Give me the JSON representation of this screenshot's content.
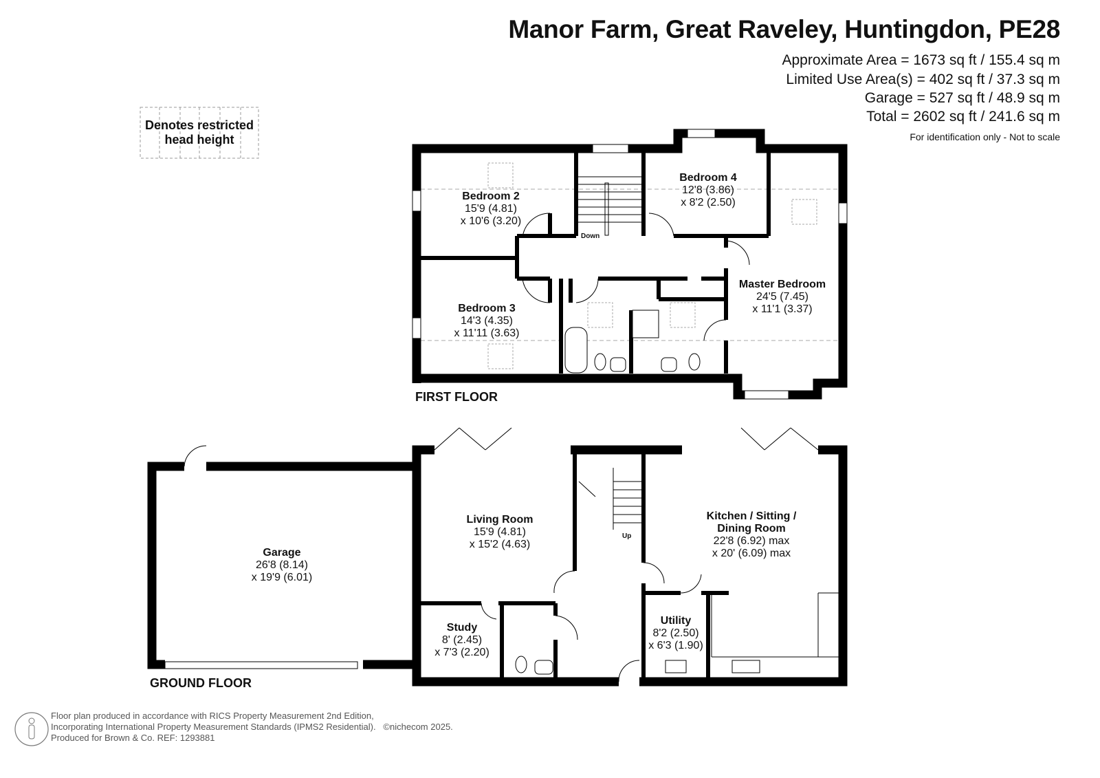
{
  "header": {
    "title": "Manor Farm, Great Raveley, Huntingdon, PE28",
    "areas": [
      "Approximate Area = 1673 sq ft / 155.4 sq m",
      "Limited Use Area(s) = 402 sq ft / 37.3 sq m",
      "Garage = 527 sq ft / 48.9 sq m",
      "Total = 2602 sq ft / 241.6 sq m"
    ],
    "note": "For identification only - Not to scale"
  },
  "legend": {
    "line1": "Denotes restricted",
    "line2": "head height"
  },
  "first_floor": {
    "label": "FIRST FLOOR",
    "stairs_label": "Down",
    "rooms": [
      {
        "name": "Bedroom 2",
        "dim1": "15'9 (4.81)",
        "dim2": "x 10'6 (3.20)"
      },
      {
        "name": "Bedroom 4",
        "dim1": "12'8 (3.86)",
        "dim2": "x 8'2 (2.50)"
      },
      {
        "name": "Bedroom 3",
        "dim1": "14'3 (4.35)",
        "dim2": "x 11'11 (3.63)"
      },
      {
        "name": "Master Bedroom",
        "dim1": "24'5 (7.45)",
        "dim2": "x 11'1 (3.37)"
      }
    ]
  },
  "ground_floor": {
    "label": "GROUND FLOOR",
    "stairs_label": "Up",
    "rooms": [
      {
        "name": "Garage",
        "dim1": "26'8 (8.14)",
        "dim2": "x 19'9 (6.01)"
      },
      {
        "name": "Living Room",
        "dim1": "15'9 (4.81)",
        "dim2": "x 15'2 (4.63)"
      },
      {
        "name": "Kitchen / Sitting /",
        "name2": "Dining Room",
        "dim1": "22'8 (6.92) max",
        "dim2": "x 20' (6.09) max"
      },
      {
        "name": "Study",
        "dim1": "8' (2.45)",
        "dim2": "x 7'3 (2.20)"
      },
      {
        "name": "Utility",
        "dim1": "8'2 (2.50)",
        "dim2": "x 6'3 (1.90)"
      }
    ]
  },
  "footer": {
    "line1": "Floor plan produced in accordance with RICS Property Measurement 2nd Edition,",
    "line2": "Incorporating International Property Measurement Standards (IPMS2 Residential).",
    "copyright": "©nichecom 2025.",
    "line3": "Produced for Brown & Co.   REF: 1293881"
  }
}
